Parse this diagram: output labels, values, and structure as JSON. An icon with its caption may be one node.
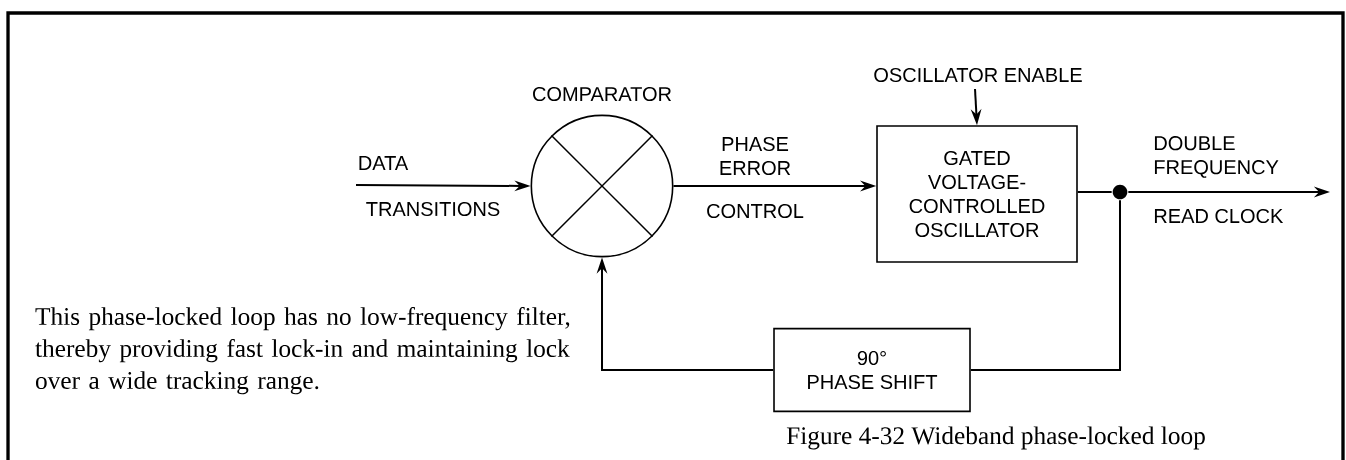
{
  "diagram": {
    "caption": "Figure 4-32 Wideband phase-locked loop",
    "nodes": [
      {
        "text": [
          "COMPARATOR"
        ]
      },
      {
        "text": [
          "GATED VOLTAGE-CONTROLLED OSCILLATOR"
        ]
      },
      {
        "text": [
          "90°",
          "PHASE SHIFT"
        ]
      },
      {
        "text": [],
        "shape": "circle"
      }
    ],
    "edges": [
      {
        "from": null,
        "to": 0,
        "arrow": "to"
      },
      {
        "from": 0,
        "to": 1,
        "arrow": "to"
      },
      {
        "from": null,
        "to": 1,
        "arrow": "to",
        "label": "OSCILLATOR ENABLE"
      },
      {
        "from": 1,
        "to": 3,
        "arrow": "none"
      },
      {
        "from": 3,
        "to": null,
        "arrow": "to"
      },
      {
        "from": 3,
        "to": 2,
        "arrow": "none"
      },
      {
        "from": 2,
        "to": 0,
        "arrow": "to"
      }
    ],
    "labels": [
      "DATA",
      "TRANSITIONS",
      "PHASE ERROR",
      "CONTROL",
      "DOUBLE FREQUENCY",
      "READ CLOCK",
      "This phase-locked loop has no low-frequency filter, thereby providing fast lock-in and maintaining lock over a wide tracking range."
    ]
  }
}
